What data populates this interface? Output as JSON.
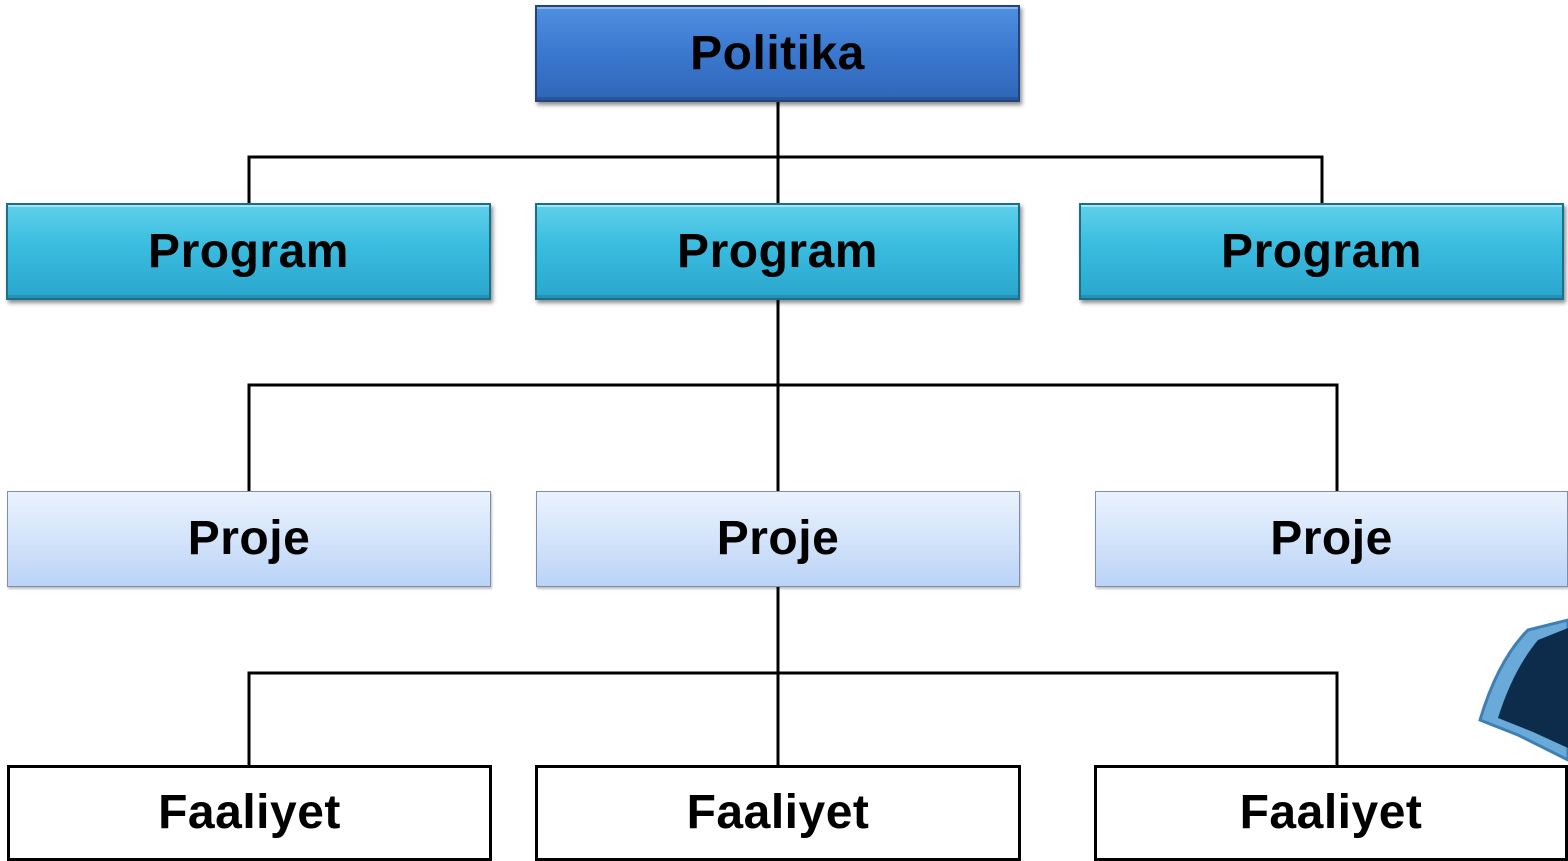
{
  "diagram": {
    "root": {
      "label": "Politika"
    },
    "programs": [
      {
        "label": "Program"
      },
      {
        "label": "Program"
      },
      {
        "label": "Program"
      }
    ],
    "projects": [
      {
        "label": "Proje"
      },
      {
        "label": "Proje"
      },
      {
        "label": "Proje"
      }
    ],
    "activities": [
      {
        "label": "Faaliyet"
      },
      {
        "label": "Faaliyet"
      },
      {
        "label": "Faaliyet"
      }
    ]
  },
  "colors": {
    "policy": "#3a78cf",
    "program": "#39bcdf",
    "project": "#d6e5fb",
    "activity": "#ffffff",
    "connector": "#000000",
    "decoration": "#0d2b4a"
  },
  "decoration": {
    "icon": "graduation-cap-icon"
  }
}
